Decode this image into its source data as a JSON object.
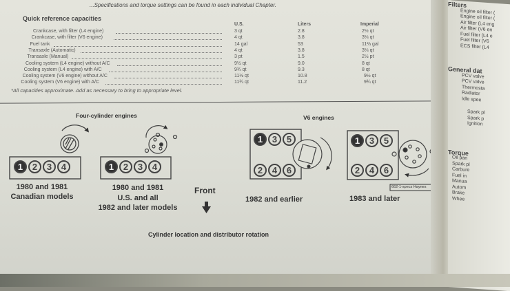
{
  "header_text": "...Specifications and torque settings can be found in each individual Chapter.",
  "capacities": {
    "title": "Quick reference capacities",
    "columns": [
      "U.S.",
      "Liters",
      "Imperial"
    ],
    "rows": [
      {
        "item": "Crankcase, with filter (L4 engine)",
        "us": "3 qt",
        "liters": "2.8",
        "imperial": "2½ qt"
      },
      {
        "item": "Crankcase, with filter (V6 engine)",
        "us": "4 qt",
        "liters": "3.8",
        "imperial": "3⅓ qt"
      },
      {
        "item": "Fuel tank",
        "us": "14 gal",
        "liters": "53",
        "imperial": "11⅔ gal"
      },
      {
        "item": "Transaxle (Automatic)",
        "us": "4 qt",
        "liters": "3.8",
        "imperial": "3⅓ qt"
      },
      {
        "item": "Transaxle (Manual)",
        "us": "3 pt",
        "liters": "1.5",
        "imperial": "2½ pt"
      },
      {
        "item": "Cooling system (L4 engine) without A/C",
        "us": "9½ qt",
        "liters": "9.0",
        "imperial": "8 qt"
      },
      {
        "item": "Cooling system (L4 engine) with A/C",
        "us": "9¾ qt",
        "liters": "9.3",
        "imperial": "8 qt"
      },
      {
        "item": "Cooling system (V6 engine) without A/C",
        "us": "11½ qt",
        "liters": "10.8",
        "imperial": "9½ qt"
      },
      {
        "item": "Cooling system (V6 engine) with A/C",
        "us": "11¾ qt",
        "liters": "11.2",
        "imperial": "9¾ qt"
      }
    ],
    "note": "*All capacities approximate. Add as necessary to bring to appropriate level."
  },
  "diagrams": {
    "four_cyl_title": "Four-cylinder engines",
    "v6_title": "V6 engines",
    "cyl4": [
      "1",
      "2",
      "3",
      "4"
    ],
    "v6_top": [
      "1",
      "3",
      "5"
    ],
    "v6_bottom": [
      "2",
      "4",
      "6"
    ],
    "cap1_l1": "1980 and 1981",
    "cap1_l2": "Canadian models",
    "cap2_l1": "1980 and 1981",
    "cap2_l2": "U.S. and all",
    "cap2_l3": "1982 and later models",
    "front": "Front",
    "cap3": "1982 and earlier",
    "cap4": "1983 and later",
    "tag": "662-1-specs Haynes",
    "figure_caption": "Cylinder location and distributor rotation"
  },
  "right_page": {
    "filters_title": "Filters",
    "filters": [
      "Engine oil filter (",
      "Engine oil filter (",
      "Air filter (L4 eng",
      "Air filter (V6 en",
      "Fuel filter (L4 e",
      "Fuel filter (V6",
      "ECS filter (L4"
    ],
    "general_title": "General dat",
    "general": [
      "PCV valve",
      "PCV valve",
      "Thermosta",
      "Radiator",
      "Idle spee"
    ],
    "general2": [
      "Spark pl",
      "Spark p",
      "Ignition"
    ],
    "torque_title": "Torque",
    "torque": [
      "Oil pan",
      "Spark pl",
      "Carbure",
      "Fuel in",
      "Manua",
      "Autom",
      "Brake",
      "Whee"
    ]
  }
}
